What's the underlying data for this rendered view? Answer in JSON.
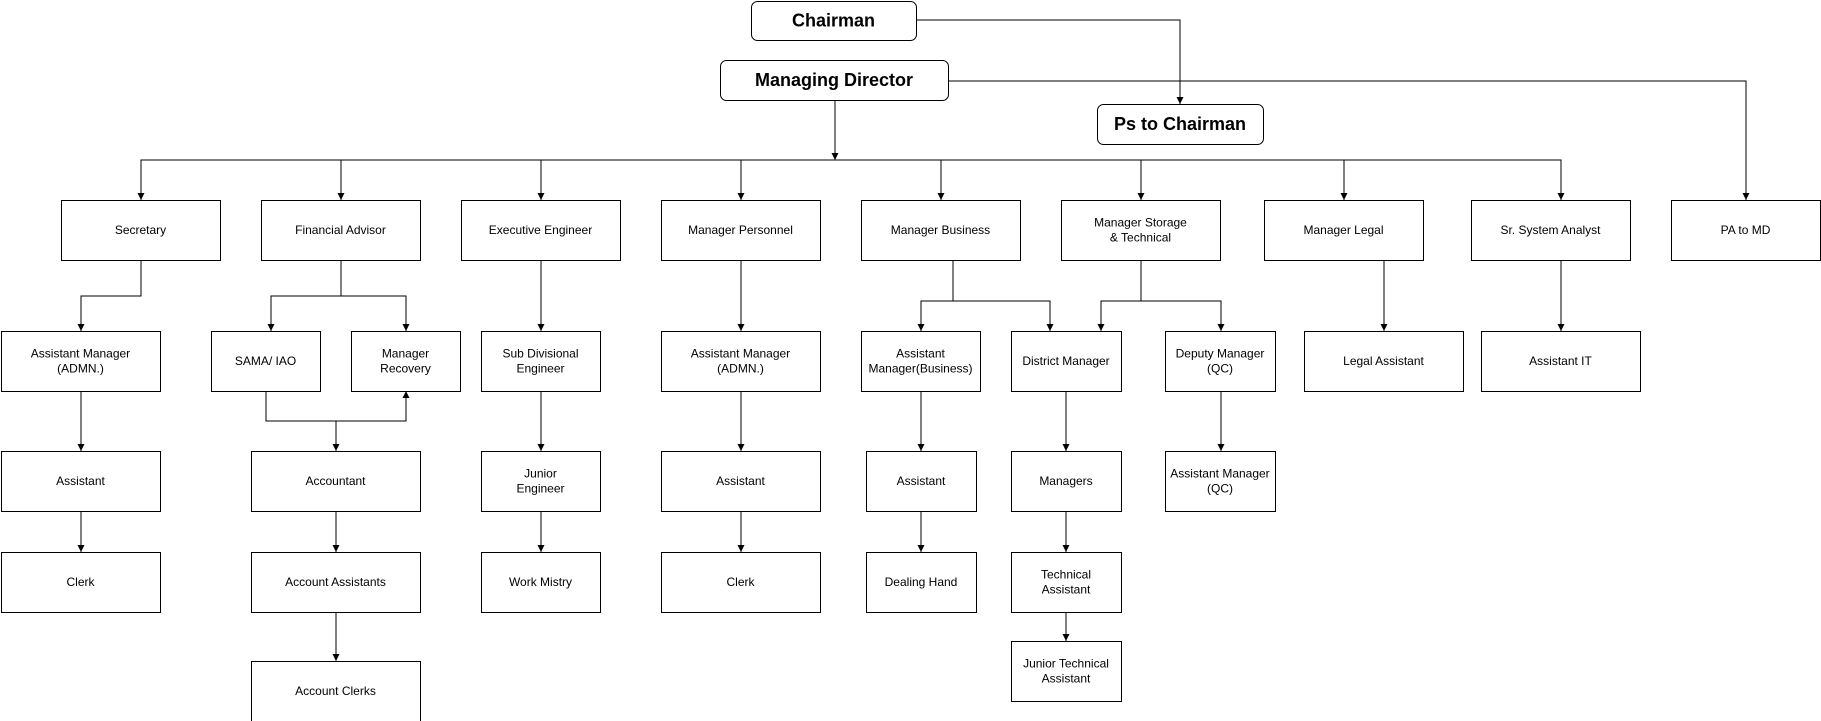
{
  "nodes": {
    "chairman": "Chairman",
    "md": "Managing Director",
    "ps": "Ps to Chairman",
    "secretary": "Secretary",
    "fa": "Financial Advisor",
    "ee": "Executive Engineer",
    "mp": "Manager Personnel",
    "mb": "Manager Business",
    "mst": [
      "Manager Storage",
      "& Technical"
    ],
    "ml": "Manager Legal",
    "ssa": "Sr. System Analyst",
    "pamd": "PA to MD",
    "sec_am": [
      "Assistant Manager",
      "(ADMN.)"
    ],
    "sec_asst": "Assistant",
    "sec_clerk": "Clerk",
    "sama": "SAMA/ IAO",
    "mrec": [
      "Manager",
      "Recovery"
    ],
    "accountant": "Accountant",
    "acc_asst": "Account Assistants",
    "acc_clerks": "Account Clerks",
    "sde": [
      "Sub Divisional",
      "Engineer"
    ],
    "je": [
      "Junior",
      "Engineer"
    ],
    "wm": "Work Mistry",
    "mp_am": [
      "Assistant Manager",
      "(ADMN.)"
    ],
    "mp_asst": "Assistant",
    "mp_clerk": "Clerk",
    "amb": [
      "Assistant",
      "Manager(Business)"
    ],
    "mb_asst": "Assistant",
    "dh": "Dealing Hand",
    "dm": "District Manager",
    "managers": "Managers",
    "ta": [
      "Technical",
      "Assistant"
    ],
    "jta": [
      "Junior Technical",
      "Assistant"
    ],
    "dmqc": [
      "Deputy Manager",
      "(QC)"
    ],
    "amqc": [
      "Assistant Manager",
      "(QC)"
    ],
    "la": "Legal Assistant",
    "ait": "Assistant IT"
  },
  "edges": [
    [
      "chairman",
      "ps"
    ],
    [
      "chairman",
      "pamd"
    ],
    [
      "md",
      "ps"
    ],
    [
      "md",
      "secretary"
    ],
    [
      "md",
      "fa"
    ],
    [
      "md",
      "ee"
    ],
    [
      "md",
      "mp"
    ],
    [
      "md",
      "mb"
    ],
    [
      "md",
      "mst"
    ],
    [
      "md",
      "ml"
    ],
    [
      "md",
      "ssa"
    ],
    [
      "secretary",
      "sec_am"
    ],
    [
      "sec_am",
      "sec_asst"
    ],
    [
      "sec_asst",
      "sec_clerk"
    ],
    [
      "fa",
      "sama"
    ],
    [
      "fa",
      "mrec"
    ],
    [
      "sama",
      "accountant"
    ],
    [
      "mrec",
      "accountant"
    ],
    [
      "accountant",
      "acc_asst"
    ],
    [
      "acc_asst",
      "acc_clerks"
    ],
    [
      "ee",
      "sde"
    ],
    [
      "sde",
      "je"
    ],
    [
      "je",
      "wm"
    ],
    [
      "mp",
      "mp_am"
    ],
    [
      "mp_am",
      "mp_asst"
    ],
    [
      "mp_asst",
      "mp_clerk"
    ],
    [
      "mb",
      "amb"
    ],
    [
      "mb",
      "dm"
    ],
    [
      "mst",
      "dm"
    ],
    [
      "mst",
      "dmqc"
    ],
    [
      "amb",
      "mb_asst"
    ],
    [
      "mb_asst",
      "dh"
    ],
    [
      "dm",
      "managers"
    ],
    [
      "managers",
      "ta"
    ],
    [
      "ta",
      "jta"
    ],
    [
      "dmqc",
      "amqc"
    ],
    [
      "ml",
      "la"
    ],
    [
      "ssa",
      "ait"
    ]
  ]
}
